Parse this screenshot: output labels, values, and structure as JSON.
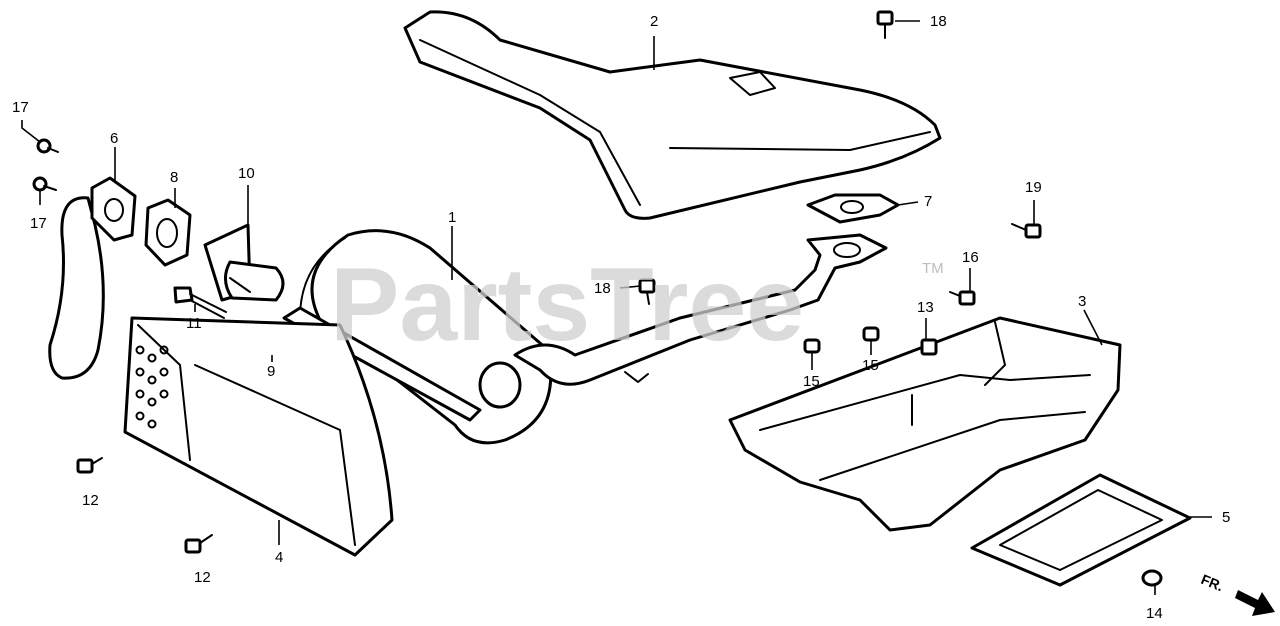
{
  "watermark": {
    "text": "PartsTree",
    "trademark": "TM"
  },
  "direction_label": "FR.",
  "callouts": [
    "1",
    "2",
    "3",
    "4",
    "5",
    "6",
    "7",
    "8",
    "9",
    "10",
    "11",
    "12",
    "12",
    "13",
    "14",
    "15",
    "15",
    "16",
    "17",
    "17",
    "18",
    "18",
    "19"
  ]
}
